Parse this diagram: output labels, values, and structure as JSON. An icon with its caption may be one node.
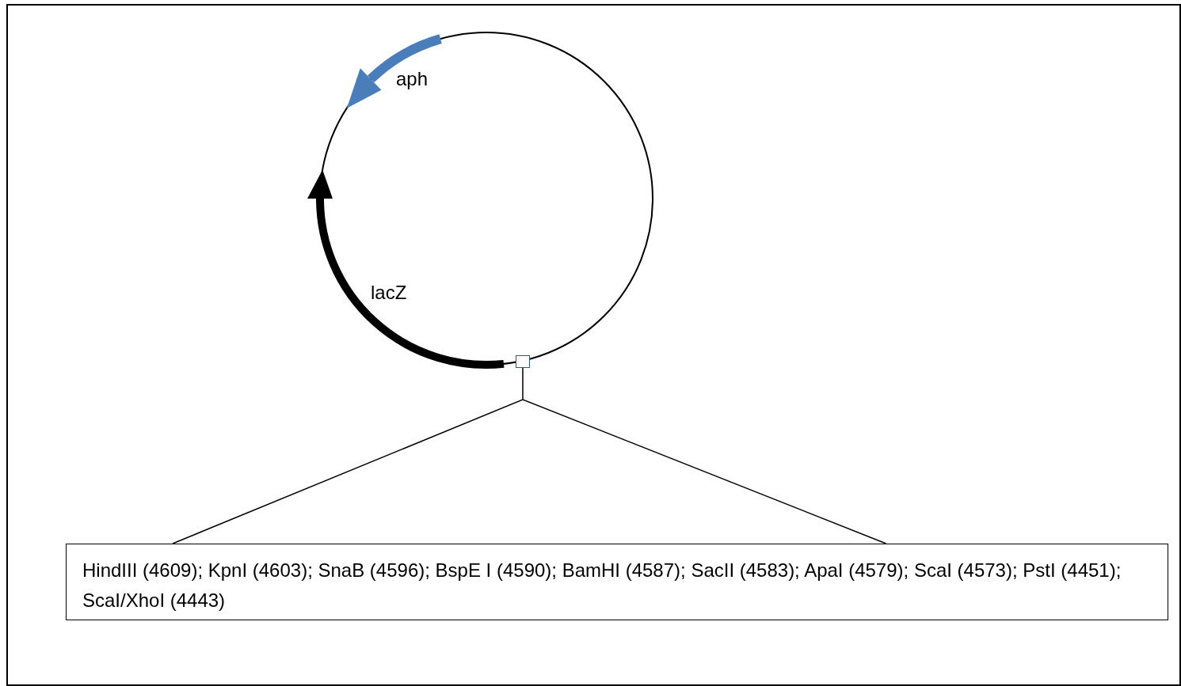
{
  "diagram": {
    "nodes": [
      {
        "text": [],
        "shape": "box"
      },
      {
        "text": [
          "HindIII (4609); KpnI (4603); SnaB (4596); BspE I (4590); BamHI (4587); SacII (4583); ApaI (4579); ScaI (4573); PstI (4451); ScaI/XhoI (4443)"
        ]
      }
    ],
    "edges": [
      {
        "from": 0,
        "to": 1,
        "arrow": "none"
      }
    ],
    "labels": [
      "aph",
      "lacZ"
    ]
  }
}
